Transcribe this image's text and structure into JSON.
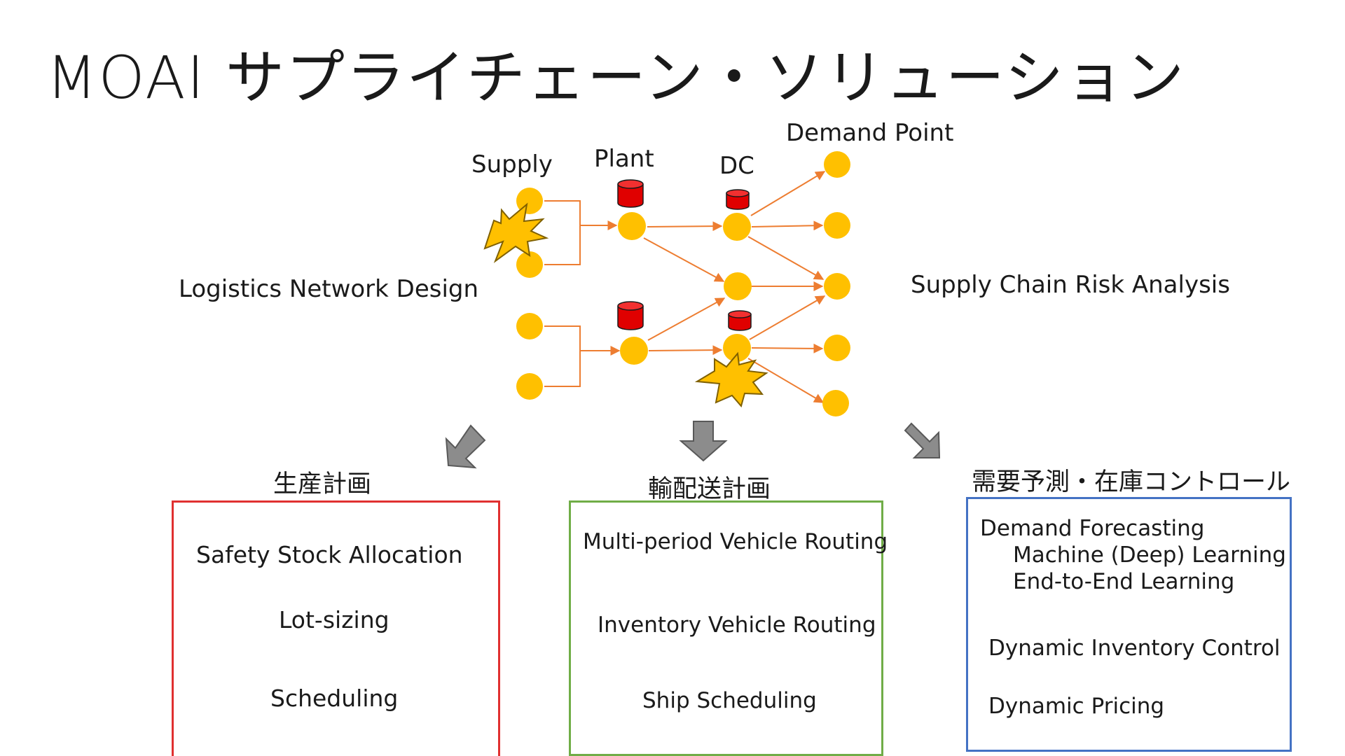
{
  "title": "MOAI サプライチェーン・ソリューション",
  "network": {
    "stage_labels": {
      "supply": "Supply",
      "plant": "Plant",
      "dc": "DC",
      "demand": "Demand Point"
    },
    "left_caption": "Logistics Network Design",
    "right_caption": "Supply Chain Risk Analysis",
    "node_color": "#FFC000",
    "edge_color": "#ED7D31",
    "facility_color": "#E00000",
    "disruption_color": "#FFC000"
  },
  "categories": [
    {
      "heading": "生産計画",
      "border_color": "#E03030",
      "items": [
        "Safety Stock Allocation",
        "Lot-sizing",
        "Scheduling"
      ]
    },
    {
      "heading": "輸配送計画",
      "border_color": "#70AD47",
      "items": [
        "Multi-period Vehicle Routing",
        "Inventory Vehicle Routing",
        "Ship Scheduling"
      ]
    },
    {
      "heading": "需要予測・在庫コントロール",
      "border_color": "#4472C4",
      "items": [
        "Demand Forecasting",
        "Machine (Deep) Learning",
        "End-to-End Learning",
        "Dynamic Inventory Control",
        "Dynamic Pricing"
      ]
    }
  ],
  "arrow_color": "#8C8C8C"
}
